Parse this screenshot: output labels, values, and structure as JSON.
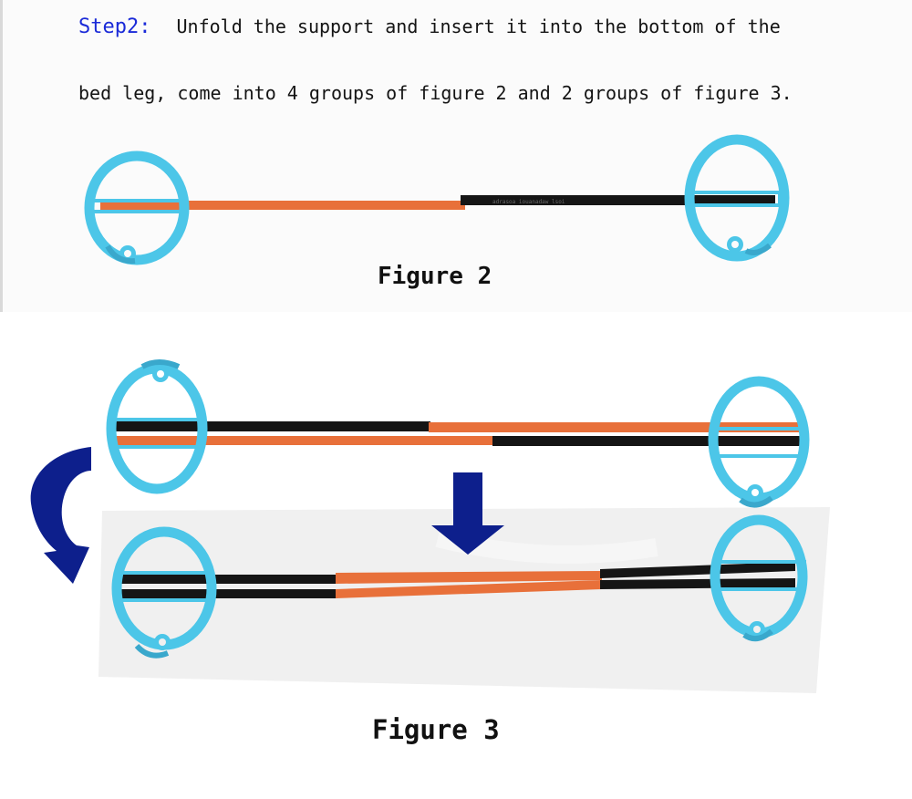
{
  "instruction": {
    "step_label": "Step2:",
    "line1": "Unfold the support and insert it into the bottom of the",
    "line2": "bed leg, come into 4 groups of figure 2 and 2 groups of figure 3."
  },
  "figures": {
    "figure2_caption": "Figure 2",
    "figure3_caption": "Figure 3",
    "rod_print": "adrasoa iouanadaw lsoi"
  },
  "colors": {
    "step_label": "#1a2ad8",
    "ring": "#4cc6e8",
    "rod_orange": "#e8703a",
    "rod_black": "#151515",
    "arrow": "#0d1f8c",
    "sheet": "#f0f0f0"
  },
  "icons": {
    "curved_arrow": "curved-arrow-icon",
    "down_arrow": "down-arrow-icon"
  }
}
